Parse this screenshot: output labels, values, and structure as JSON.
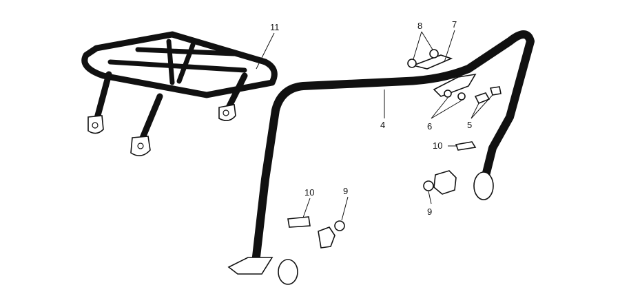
{
  "callouts": {
    "c11": "11",
    "c8": "8",
    "c7": "7",
    "c4": "4",
    "c6": "6",
    "c5": "5",
    "c10_right": "10",
    "c9_right": "9",
    "c10_left": "10",
    "c9_left": "9"
  },
  "colors": {
    "line": "#111111",
    "background": "#ffffff"
  }
}
